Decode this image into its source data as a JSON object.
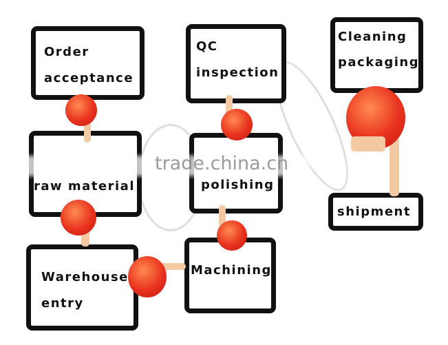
{
  "steps": [
    {
      "line1": "Order",
      "line2": "acceptance"
    },
    {
      "line1": "raw material"
    },
    {
      "line1": "Warehouse",
      "line2": "entry"
    },
    {
      "line1": "Machining"
    },
    {
      "line1": "polishing"
    },
    {
      "line1": "QC",
      "line2": "inspection"
    },
    {
      "line1": "Cleaning",
      "line2": "packaging"
    },
    {
      "line1": "shipment"
    }
  ],
  "watermark": "trade.china.cn",
  "colors": {
    "ball": "#e8321e",
    "border": "#111111"
  }
}
